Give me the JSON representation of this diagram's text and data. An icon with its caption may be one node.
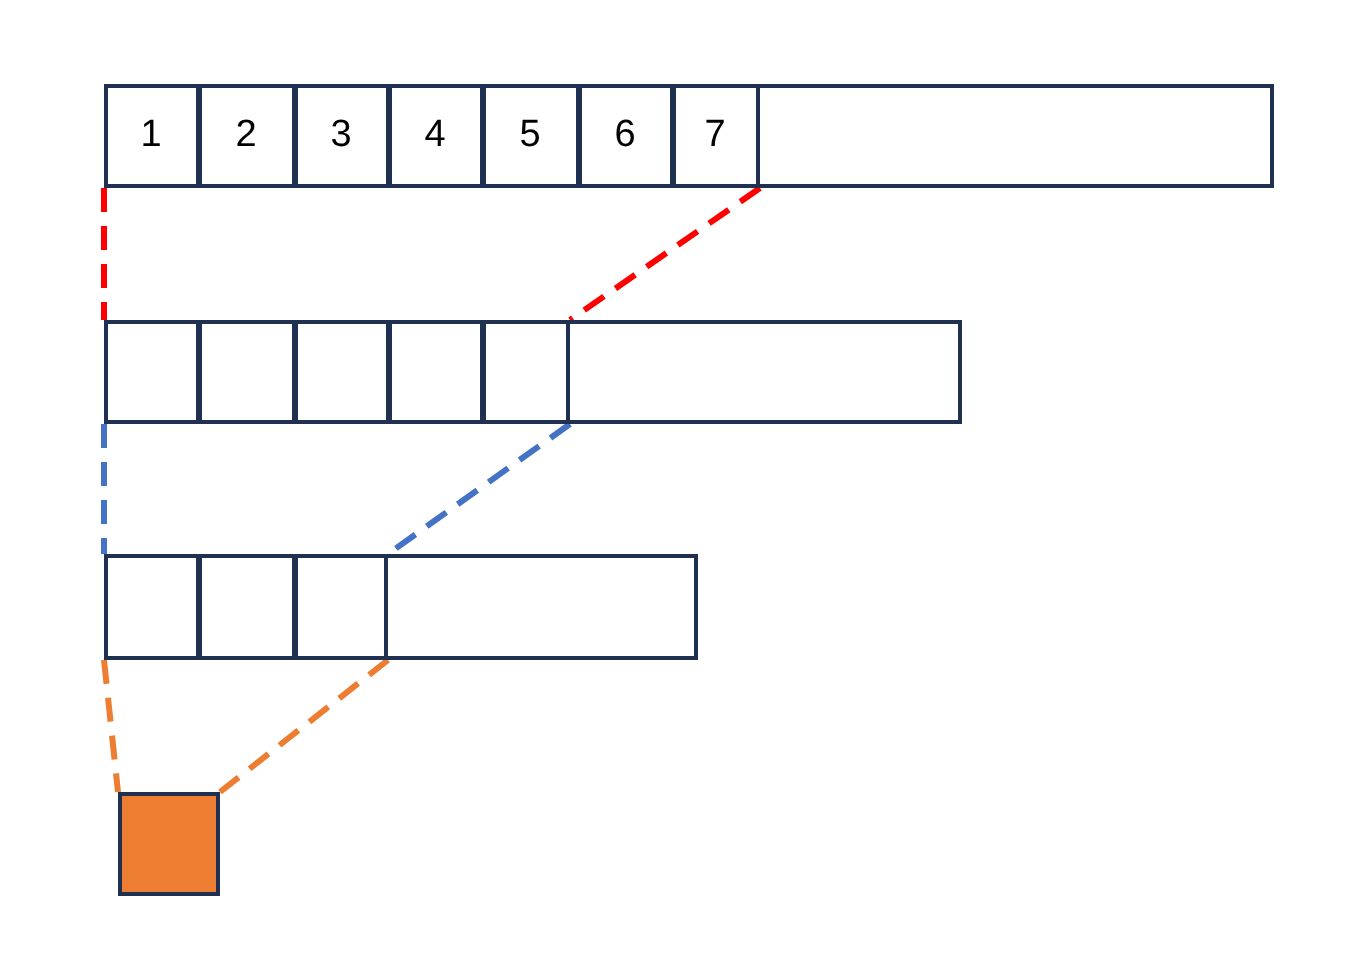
{
  "diagram": {
    "nodes": [
      {
        "text": [],
        "shape": "bar"
      },
      {
        "text": [
          "1"
        ],
        "in": 0
      },
      {
        "text": [
          "2"
        ],
        "in": 0
      },
      {
        "text": [
          "3"
        ],
        "in": 0
      },
      {
        "text": [
          "4"
        ],
        "in": 0
      },
      {
        "text": [
          "5"
        ],
        "in": 0
      },
      {
        "text": [
          "6"
        ],
        "in": 0
      },
      {
        "text": [
          "7"
        ],
        "in": 0
      },
      {
        "text": [],
        "shape": "bar"
      },
      {
        "text": [],
        "shape": "box",
        "in": 8
      },
      {
        "text": [],
        "shape": "box",
        "in": 8
      },
      {
        "text": [],
        "shape": "box",
        "in": 8
      },
      {
        "text": [],
        "shape": "box",
        "in": 8
      },
      {
        "text": [],
        "shape": "box",
        "in": 8
      },
      {
        "text": [],
        "shape": "bar"
      },
      {
        "text": [],
        "shape": "box",
        "in": 14
      },
      {
        "text": [],
        "shape": "box",
        "in": 14
      },
      {
        "text": [],
        "shape": "box",
        "in": 14
      },
      {
        "text": [],
        "shape": "box"
      }
    ],
    "edges": [
      {
        "from": 1,
        "to": 9,
        "arrow": "none",
        "style": "dashed",
        "color": "#ff0000"
      },
      {
        "from": 7,
        "to": 13,
        "arrow": "none",
        "style": "dashed",
        "color": "#ff0000"
      },
      {
        "from": 9,
        "to": 15,
        "arrow": "none",
        "style": "dashed",
        "color": "#4472c4"
      },
      {
        "from": 13,
        "to": 17,
        "arrow": "none",
        "style": "dashed",
        "color": "#4472c4"
      },
      {
        "from": 15,
        "to": 18,
        "arrow": "none",
        "style": "dashed",
        "color": "#ed7d31"
      },
      {
        "from": 17,
        "to": 18,
        "arrow": "none",
        "style": "dashed",
        "color": "#ed7d31"
      }
    ]
  }
}
